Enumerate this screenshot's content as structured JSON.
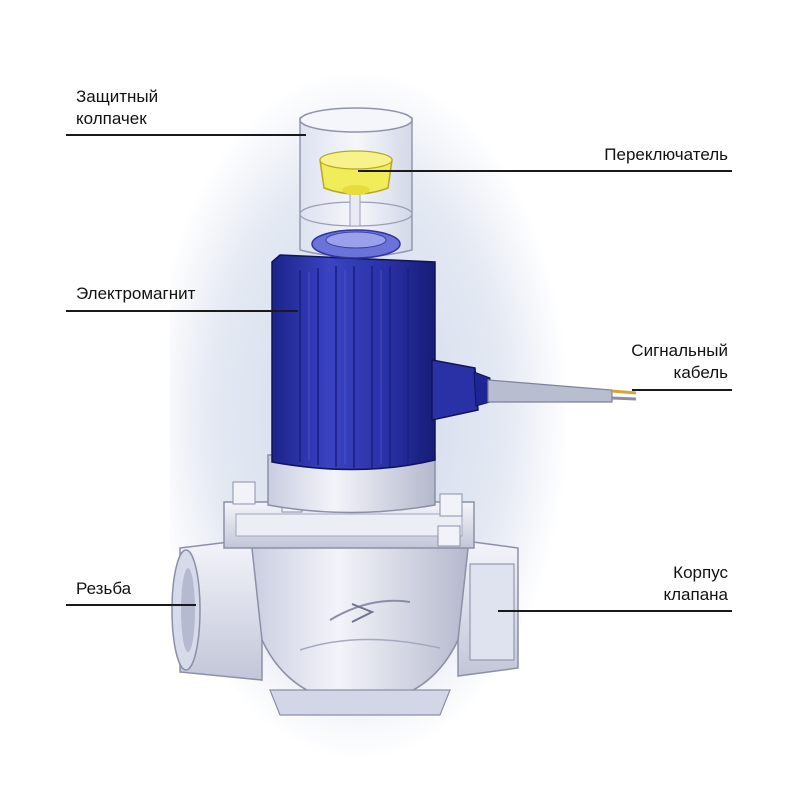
{
  "labels": {
    "protective_cap": [
      "Защитный",
      "колпачек"
    ],
    "switch": [
      "Переключатель"
    ],
    "electromagnet": [
      "Электромагнит"
    ],
    "signal_cable": [
      "Сигнальный",
      "кабель"
    ],
    "thread": [
      "Резьба"
    ],
    "valve_body": [
      "Корпус",
      "клапана"
    ]
  },
  "colors": {
    "background_glow": "#dfe6f2",
    "electromagnet_blue": "#2b33a8",
    "electromagnet_dark": "#141a70",
    "switch_yellow": "#f1ec5a",
    "metal_light": "#e8eaf4",
    "metal_shade": "#b8bccf",
    "cap_glass": "#eef1f9",
    "leader_line": "#1a1a1a"
  }
}
